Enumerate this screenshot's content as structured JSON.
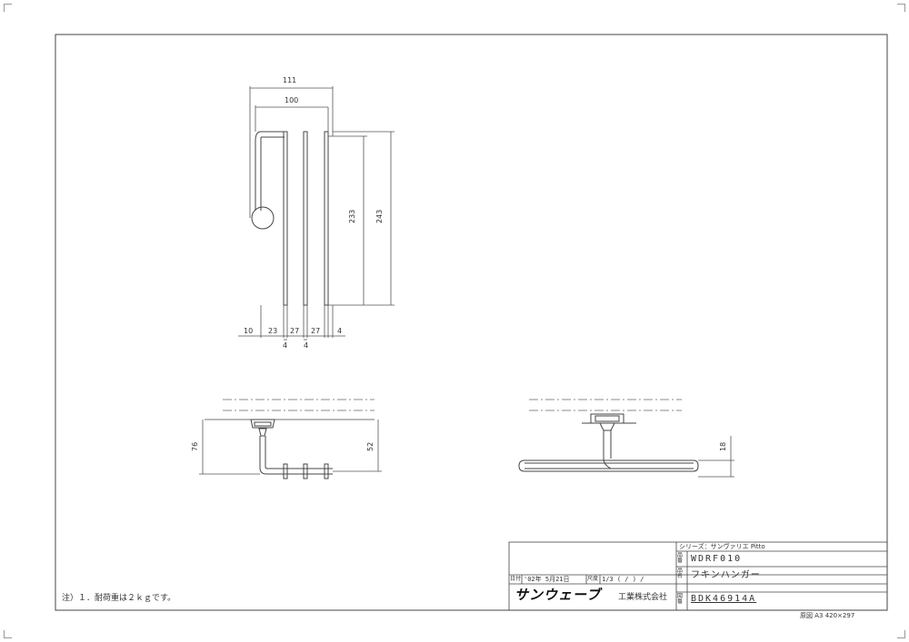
{
  "drawing": {
    "top_view_dims": {
      "overall_width": "111",
      "inner_width": "100",
      "height_inner": "233",
      "height_overall": "243",
      "bottom_dims": [
        "10",
        "23",
        "27",
        "27",
        "4"
      ],
      "bottom_sub_dims": [
        "4",
        "4"
      ]
    },
    "front_view_dims": {
      "left": "76",
      "right": "52"
    },
    "side_view_dims": {
      "right": "18"
    }
  },
  "note": "注）１．耐荷重は２ｋｇです。",
  "title_block": {
    "series_label": "シリーズ：サンヴァリエ Pitto",
    "product_no_label": "品番",
    "product_no": "WDRF010",
    "product_name_label": "品名",
    "product_name": "フキンハンガー",
    "date_label": "日付",
    "date": "'02年 5月21日",
    "scale_label": "尺度",
    "scale": "1/3 ( / ) /",
    "company_logo": "サンウェーブ",
    "company_suffix": "工業株式会社",
    "drawing_no_label": "図番",
    "drawing_no": "BDK46914A",
    "original_size": "原図 A3 420×297"
  }
}
